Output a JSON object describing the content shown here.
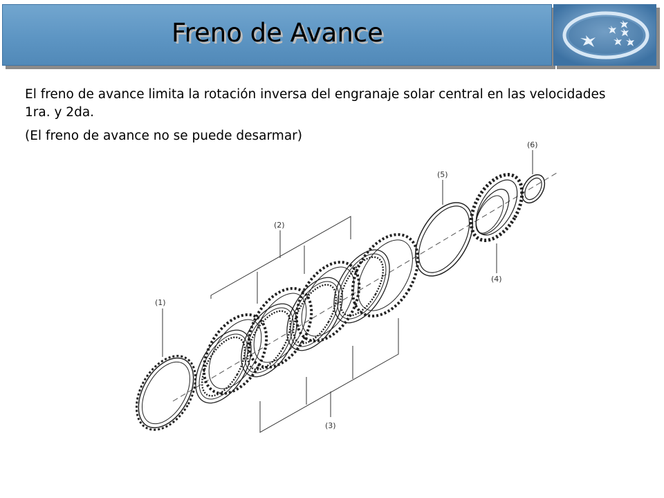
{
  "slide": {
    "title": "Freno de Avance",
    "description": "El freno de avance limita la rotación inversa del engranaje solar central en las velocidades 1ra. y 2da.",
    "note": "(El freno de avance no se puede desarmar)"
  },
  "diagram": {
    "callouts": [
      "(1)",
      "(2)",
      "(3)",
      "(4)",
      "(5)",
      "(6)"
    ]
  },
  "colors": {
    "banner": "#5d95c3",
    "logo_bg": "#4f84b3"
  }
}
